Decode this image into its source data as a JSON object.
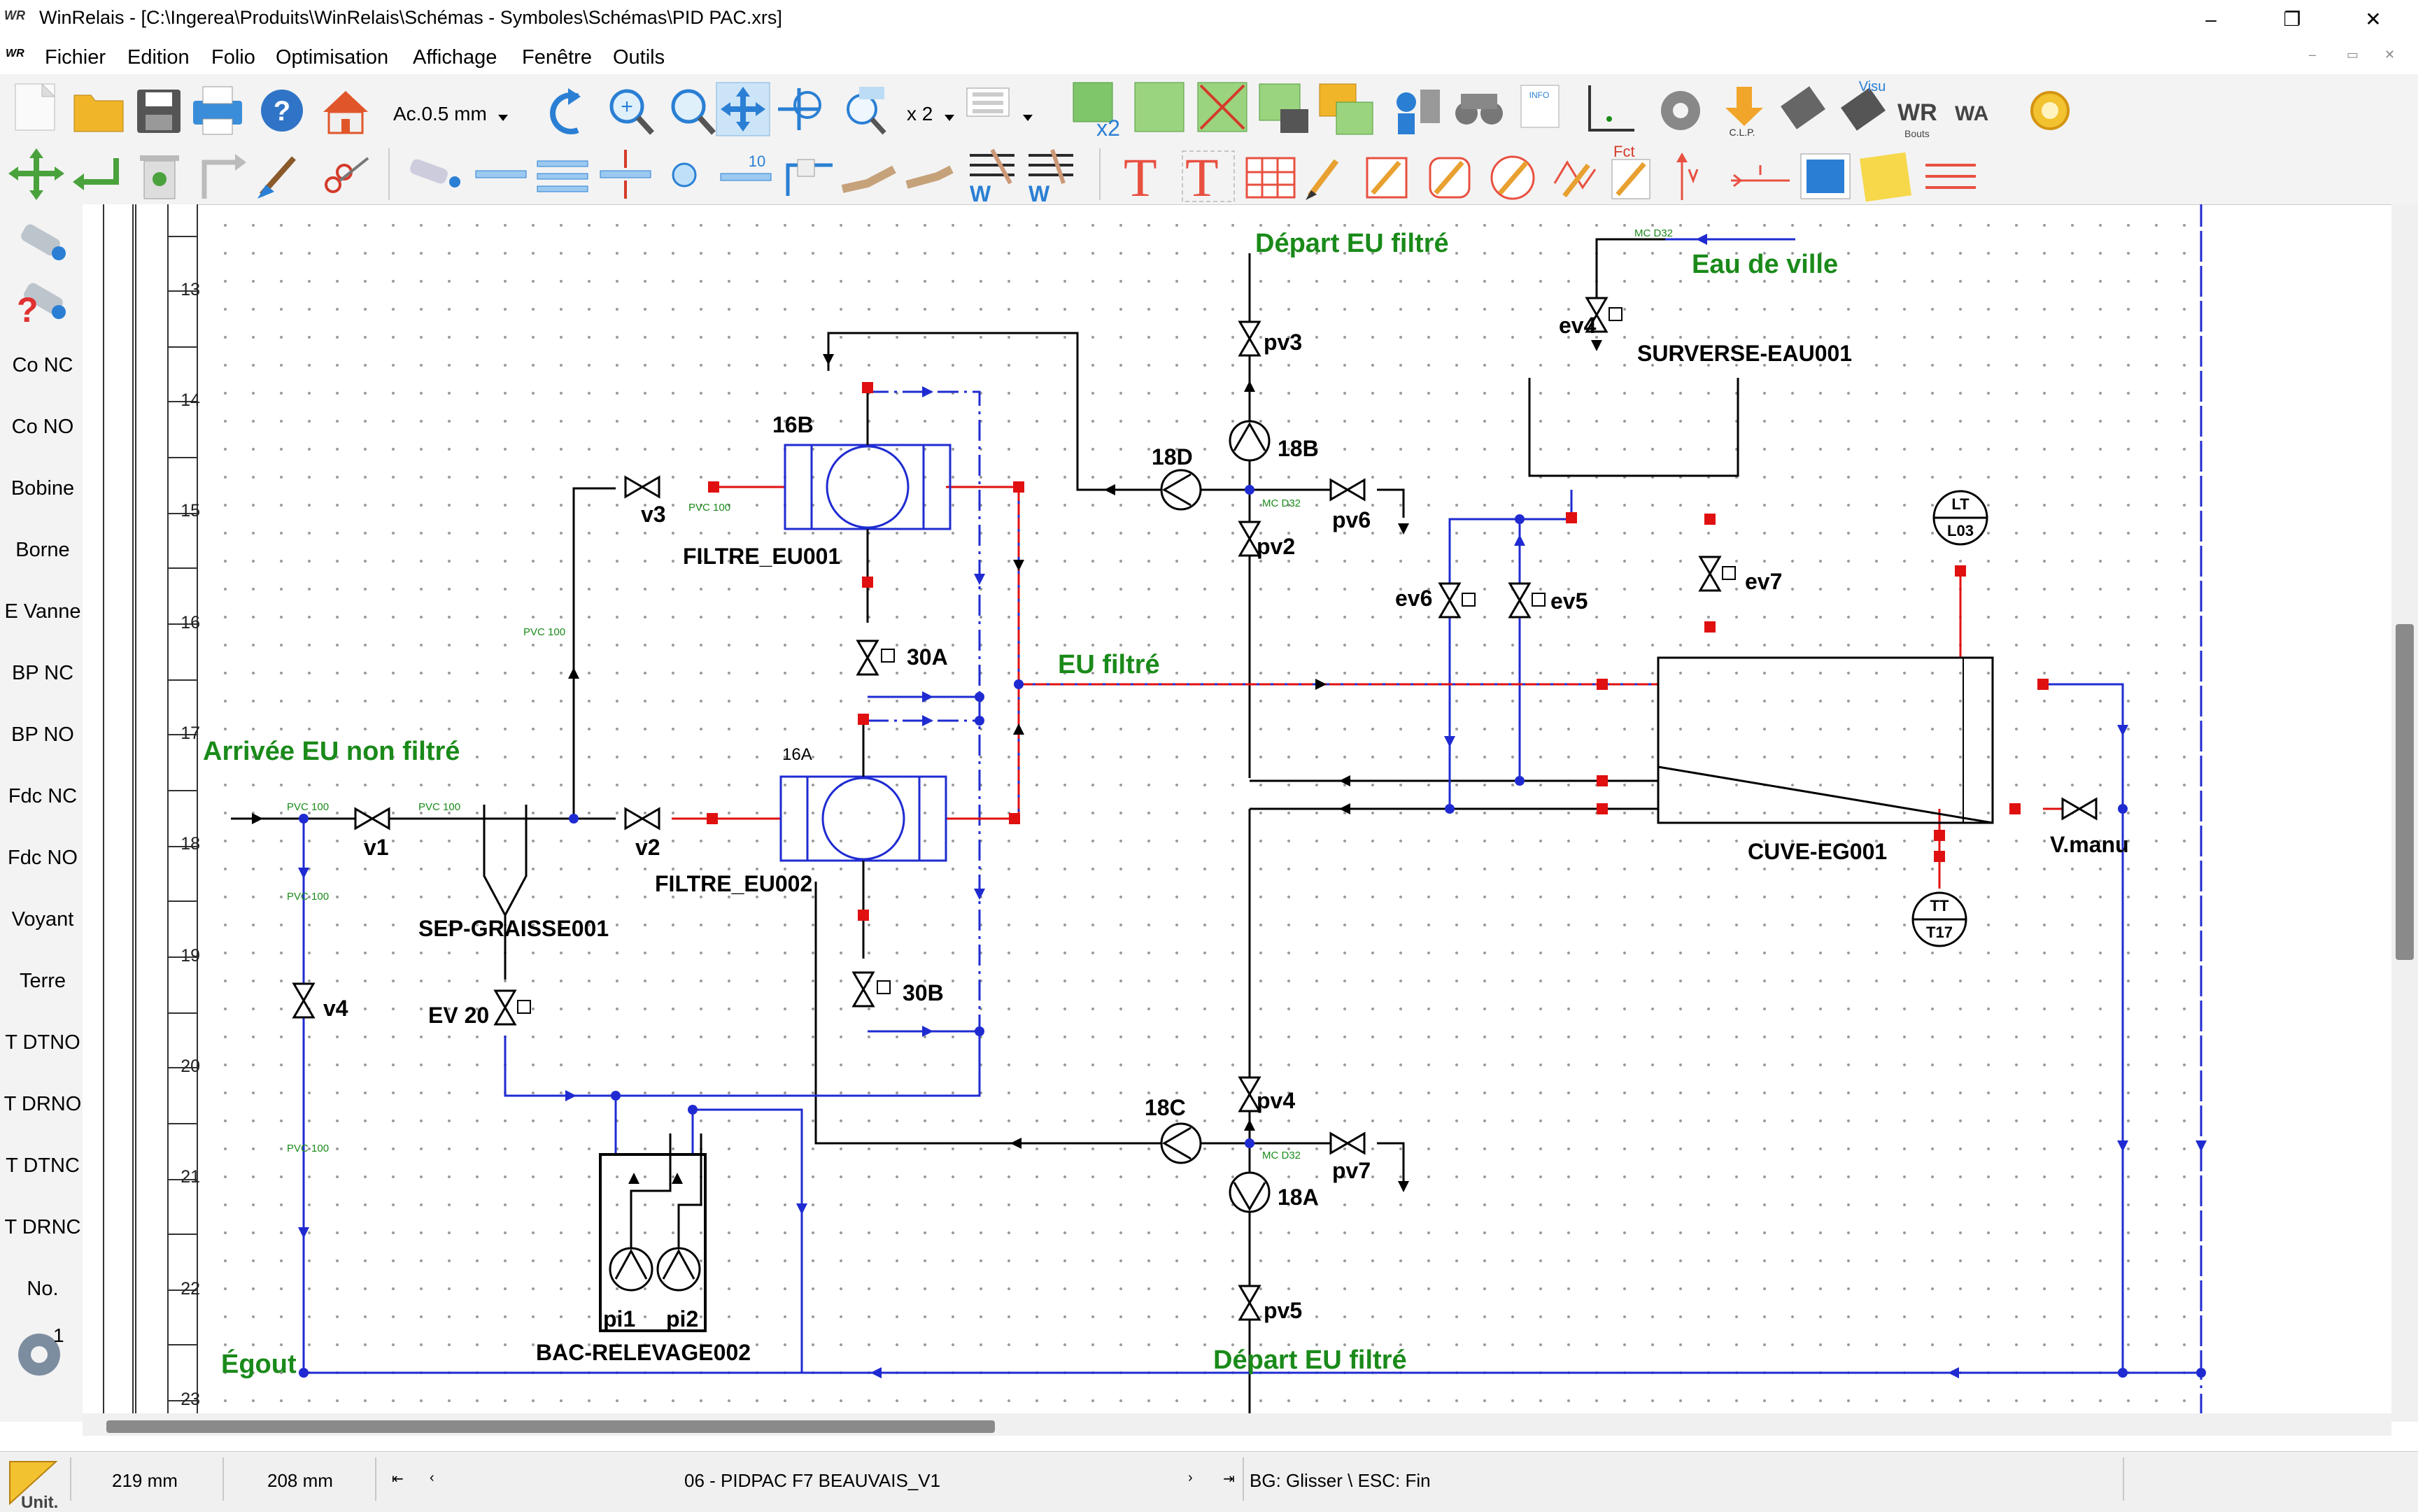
{
  "window": {
    "title": "WinRelais - [C:\\Ingerea\\Produits\\WinRelais\\Schémas - Symboles\\Schémas\\PID PAC.xrs]",
    "app_icon": "WR"
  },
  "menu": [
    "Fichier",
    "Edition",
    "Folio",
    "Optimisation",
    "Affichage",
    "Fenêtre",
    "Outils"
  ],
  "toolbar": {
    "grid_select": "Ac.0.5 mm",
    "zoom_select": "x 2",
    "x2_label": "x2",
    "visu_label": "Visu",
    "wr_label": "WR",
    "wa_label": "WA",
    "bouts_label": "Bouts",
    "fct_label": "Fct",
    "clp_label": "C.L.P.",
    "text_10": "10",
    "info_label": "INFO"
  },
  "left_panel": [
    "Co NC",
    "Co NO",
    "Bobine",
    "Borne",
    "E Vanne",
    "BP NC",
    "BP NO",
    "Fdc NC",
    "Fdc NO",
    "Voyant",
    "Terre",
    "T DTNO",
    "T DRNO",
    "T DTNC",
    "T DRNC",
    "No."
  ],
  "left_panel_badge": "1",
  "ruler": [
    "13",
    "14",
    "15",
    "16",
    "17",
    "18",
    "19",
    "20",
    "21",
    "22",
    "23"
  ],
  "diagram": {
    "green_titles": {
      "depart_top": "Départ EU filtré",
      "eau_de_ville": "Eau de ville",
      "eu_filtre": "EU filtré",
      "arrivee": "Arrivée EU non filtré",
      "egout": "Égout",
      "depart_bottom": "Départ EU filtré"
    },
    "pipe_labels": {
      "mc_d32_top": "MC D32",
      "mc_d32_mid": "MC D32",
      "mc_d32_bot": "MC D32",
      "pvc_100_v3": "PVC 100",
      "pvc_100_vert": "PVC 100",
      "pvc_100_a": "PVC 100",
      "pvc_100_b": "PVC 100",
      "pvc_100_c": "PVC 100",
      "pvc_100_d": "PVC 100"
    },
    "equipment": {
      "filtre1": "FILTRE_EU001",
      "filtre2": "FILTRE_EU002",
      "sep": "SEP-GRAISSE001",
      "bac": "BAC-RELEVAGE002",
      "surverse": "SURVERSE-EAU001",
      "cuve": "CUVE-EG001",
      "f16b": "16B",
      "f16a": "16A"
    },
    "valves": {
      "pv3": "pv3",
      "pv2": "pv2",
      "pv6": "pv6",
      "pv4": "pv4",
      "pv7": "pv7",
      "pv5": "pv5",
      "ev4": "ev4",
      "ev6": "ev6",
      "ev5": "ev5",
      "ev7": "ev7",
      "v3": "v3",
      "v1": "v1",
      "v2": "v2",
      "v4": "v4",
      "ev20": "EV 20",
      "v30a": "30A",
      "v30b": "30B",
      "vmanu": "V.manu"
    },
    "pumps": {
      "p18b": "18B",
      "p18d": "18D",
      "p18c": "18C",
      "p18a": "18A",
      "pi1": "pi1",
      "pi2": "pi2"
    },
    "instruments": {
      "lt_top": "LT",
      "lt_bot": "L03",
      "tt_top": "TT",
      "tt_bot": "T17"
    },
    "colors": {
      "green_text": "#1a8a1a",
      "pipe_blue": "#1f2bd1",
      "pipe_red": "#e01010",
      "pipe_black": "#000000",
      "grid_dot": "#9a9a9a"
    }
  },
  "status": {
    "unit_label": "Unit.",
    "x_coord": "219 mm",
    "y_coord": "208 mm",
    "folio": "06 - PIDPAC F7 BEAUVAIS_V1",
    "hint": "BG: Glisser \\ ESC: Fin"
  }
}
